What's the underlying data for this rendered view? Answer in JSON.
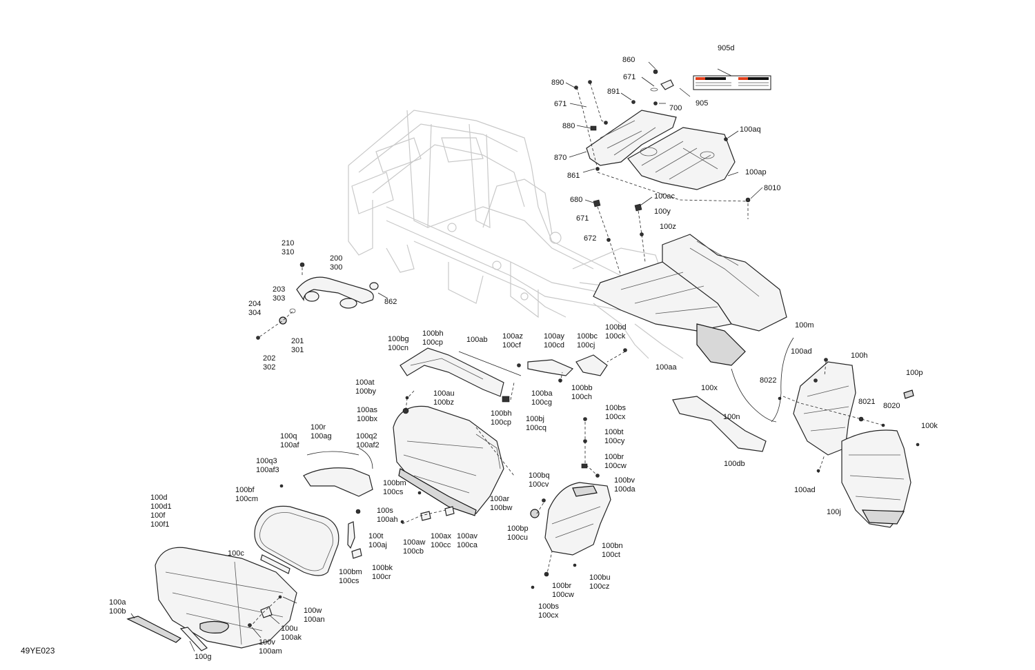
{
  "document": {
    "code": "49YE023"
  },
  "callouts": [
    {
      "id": "c-905d",
      "lines": [
        "905d"
      ]
    },
    {
      "id": "c-860",
      "lines": [
        "860"
      ]
    },
    {
      "id": "c-671a",
      "lines": [
        "671"
      ]
    },
    {
      "id": "c-890",
      "lines": [
        "890"
      ]
    },
    {
      "id": "c-891",
      "lines": [
        "891"
      ]
    },
    {
      "id": "c-905",
      "lines": [
        "905"
      ]
    },
    {
      "id": "c-700",
      "lines": [
        "700"
      ]
    },
    {
      "id": "c-671b",
      "lines": [
        "671"
      ]
    },
    {
      "id": "c-880",
      "lines": [
        "880"
      ]
    },
    {
      "id": "c-100aq",
      "lines": [
        "100aq"
      ]
    },
    {
      "id": "c-870",
      "lines": [
        "870"
      ]
    },
    {
      "id": "c-861",
      "lines": [
        "861"
      ]
    },
    {
      "id": "c-100ap",
      "lines": [
        "100ap"
      ]
    },
    {
      "id": "c-8010",
      "lines": [
        "8010"
      ]
    },
    {
      "id": "c-680",
      "lines": [
        "680"
      ]
    },
    {
      "id": "c-100ac",
      "lines": [
        "100ac"
      ]
    },
    {
      "id": "c-100y",
      "lines": [
        "100y"
      ]
    },
    {
      "id": "c-671c",
      "lines": [
        "671"
      ]
    },
    {
      "id": "c-100z",
      "lines": [
        "100z"
      ]
    },
    {
      "id": "c-672",
      "lines": [
        "672"
      ]
    },
    {
      "id": "c-210",
      "lines": [
        "210",
        "310"
      ]
    },
    {
      "id": "c-200",
      "lines": [
        "200",
        "300"
      ]
    },
    {
      "id": "c-203",
      "lines": [
        "203",
        "303"
      ]
    },
    {
      "id": "c-862",
      "lines": [
        "862"
      ]
    },
    {
      "id": "c-204",
      "lines": [
        "204",
        "304"
      ]
    },
    {
      "id": "c-201",
      "lines": [
        "201",
        "301"
      ]
    },
    {
      "id": "c-202",
      "lines": [
        "202",
        "302"
      ]
    },
    {
      "id": "c-100bg",
      "lines": [
        "100bg",
        "100cn"
      ]
    },
    {
      "id": "c-100bh-a",
      "lines": [
        "100bh",
        "100cp"
      ]
    },
    {
      "id": "c-100ab",
      "lines": [
        "100ab"
      ]
    },
    {
      "id": "c-100az",
      "lines": [
        "100az",
        "100cf"
      ]
    },
    {
      "id": "c-100ay",
      "lines": [
        "100ay",
        "100cd"
      ]
    },
    {
      "id": "c-100bc",
      "lines": [
        "100bc",
        "100cj"
      ]
    },
    {
      "id": "c-100bd",
      "lines": [
        "100bd",
        "100ck"
      ]
    },
    {
      "id": "c-100m",
      "lines": [
        "100m"
      ]
    },
    {
      "id": "c-100ad-a",
      "lines": [
        "100ad"
      ]
    },
    {
      "id": "c-100h",
      "lines": [
        "100h"
      ]
    },
    {
      "id": "c-100aa",
      "lines": [
        "100aa"
      ]
    },
    {
      "id": "c-100x",
      "lines": [
        "100x"
      ]
    },
    {
      "id": "c-100at",
      "lines": [
        "100at",
        "100by"
      ]
    },
    {
      "id": "c-100ba",
      "lines": [
        "100ba",
        "100cg"
      ]
    },
    {
      "id": "c-100bb",
      "lines": [
        "100bb",
        "100ch"
      ]
    },
    {
      "id": "c-8022",
      "lines": [
        "8022"
      ]
    },
    {
      "id": "c-100p",
      "lines": [
        "100p"
      ]
    },
    {
      "id": "c-100au",
      "lines": [
        "100au",
        "100bz"
      ]
    },
    {
      "id": "c-100as",
      "lines": [
        "100as",
        "100bx"
      ]
    },
    {
      "id": "c-100bh-b",
      "lines": [
        "100bh",
        "100cp"
      ]
    },
    {
      "id": "c-100bj",
      "lines": [
        "100bj",
        "100cq"
      ]
    },
    {
      "id": "c-8021",
      "lines": [
        "8021"
      ]
    },
    {
      "id": "c-8020",
      "lines": [
        "8020"
      ]
    },
    {
      "id": "c-100n",
      "lines": [
        "100n"
      ]
    },
    {
      "id": "c-100bs-a",
      "lines": [
        "100bs",
        "100cx"
      ]
    },
    {
      "id": "c-100r",
      "lines": [
        "100r",
        "100ag"
      ]
    },
    {
      "id": "c-100k",
      "lines": [
        "100k"
      ]
    },
    {
      "id": "c-100q",
      "lines": [
        "100q",
        "100af"
      ]
    },
    {
      "id": "c-100q2",
      "lines": [
        "100q2",
        "100af2"
      ]
    },
    {
      "id": "c-100bt",
      "lines": [
        "100bt",
        "100cy"
      ]
    },
    {
      "id": "c-100db",
      "lines": [
        "100db"
      ]
    },
    {
      "id": "c-100q3",
      "lines": [
        "100q3",
        "100af3"
      ]
    },
    {
      "id": "c-100br-a",
      "lines": [
        "100br",
        "100cw"
      ]
    },
    {
      "id": "c-100bv",
      "lines": [
        "100bv",
        "100da"
      ]
    },
    {
      "id": "c-100bq",
      "lines": [
        "100bq",
        "100cv"
      ]
    },
    {
      "id": "c-100bm-a",
      "lines": [
        "100bm",
        "100cs"
      ]
    },
    {
      "id": "c-100ad-b",
      "lines": [
        "100ad"
      ]
    },
    {
      "id": "c-100bf",
      "lines": [
        "100bf",
        "100cm"
      ]
    },
    {
      "id": "c-100ar",
      "lines": [
        "100ar",
        "100bw"
      ]
    },
    {
      "id": "c-100d",
      "lines": [
        "100d",
        "100d1",
        "100f",
        "100f1"
      ]
    },
    {
      "id": "c-100s",
      "lines": [
        "100s",
        "100ah"
      ]
    },
    {
      "id": "c-100j",
      "lines": [
        "100j"
      ]
    },
    {
      "id": "c-100bp",
      "lines": [
        "100bp",
        "100cu"
      ]
    },
    {
      "id": "c-100aw",
      "lines": [
        "100aw",
        "100cb"
      ]
    },
    {
      "id": "c-100ax",
      "lines": [
        "100ax",
        "100cc"
      ]
    },
    {
      "id": "c-100av",
      "lines": [
        "100av",
        "100ca"
      ]
    },
    {
      "id": "c-100t",
      "lines": [
        "100t",
        "100aj"
      ]
    },
    {
      "id": "c-100c",
      "lines": [
        "100c"
      ]
    },
    {
      "id": "c-100bn",
      "lines": [
        "100bn",
        "100ct"
      ]
    },
    {
      "id": "c-100bk",
      "lines": [
        "100bk",
        "100cr"
      ]
    },
    {
      "id": "c-100bm-b",
      "lines": [
        "100bm",
        "100cs"
      ]
    },
    {
      "id": "c-100bu",
      "lines": [
        "100bu",
        "100cz"
      ]
    },
    {
      "id": "c-100br-b",
      "lines": [
        "100br",
        "100cw"
      ]
    },
    {
      "id": "c-100a",
      "lines": [
        "100a",
        "100b"
      ]
    },
    {
      "id": "c-100w",
      "lines": [
        "100w",
        "100an"
      ]
    },
    {
      "id": "c-100bs-b",
      "lines": [
        "100bs",
        "100cx"
      ]
    },
    {
      "id": "c-100u",
      "lines": [
        "100u",
        "100ak"
      ]
    },
    {
      "id": "c-100v",
      "lines": [
        "100v",
        "100am"
      ]
    },
    {
      "id": "c-100g",
      "lines": [
        "100g"
      ]
    }
  ]
}
